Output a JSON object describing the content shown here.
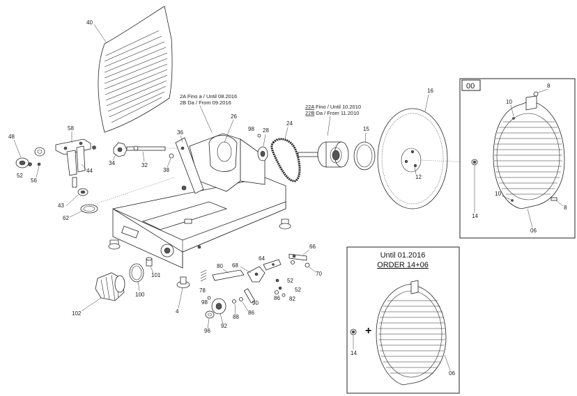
{
  "parts": {
    "p40": "40",
    "p48": "48",
    "p58": "58",
    "p52a": "52",
    "p56": "56",
    "p44": "44",
    "p43": "43",
    "p62": "62",
    "p34": "34",
    "p32": "32",
    "p38": "38",
    "p36": "36",
    "p26": "26",
    "p98a": "98",
    "p28": "28",
    "p24": "24",
    "p15": "15",
    "p16": "16",
    "p12": "12",
    "p101": "101",
    "p100": "100",
    "p102": "102",
    "p4": "4",
    "p78": "78",
    "p80": "80",
    "p68": "68",
    "p64": "64",
    "p66": "66",
    "p70": "70",
    "p52b": "52",
    "p52c": "52",
    "p86a": "86",
    "p82": "82",
    "p90": "90",
    "p86b": "86",
    "p88": "88",
    "p98b": "98",
    "p92": "92",
    "p96": "96",
    "b00_8a": "8",
    "b00_10a": "10",
    "b00_14": "14",
    "b00_10b": "10",
    "b00_8b": "8",
    "b00_06": "06",
    "b2_14": "14",
    "b2_06": "06"
  },
  "notes": {
    "n2a": "2A Fino a / Until 08.2016",
    "n2b": "2B Da / From 09.2016",
    "n22a_code": "22A",
    "n22a_text": " Fino / Until 10.2010",
    "n22b_code": "22B",
    "n22b_text": " Da / From 11.2010"
  },
  "box00": {
    "tag": "00"
  },
  "box2": {
    "line1": "Until 01.2016",
    "line2": "ORDER 14+06",
    "plus": "+"
  }
}
